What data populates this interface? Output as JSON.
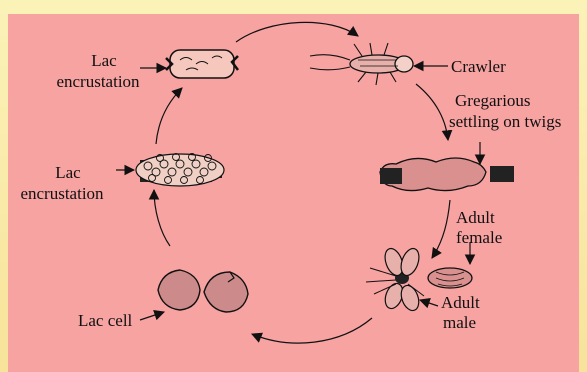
{
  "labels": {
    "lac_encrustation_top_1": "Lac",
    "lac_encrustation_top_2": "encrustation",
    "crawler": "Crawler",
    "gregarious_1": "Gregarious",
    "gregarious_2": "settling on twigs",
    "lac_encrustation_mid_1": "Lac",
    "lac_encrustation_mid_2": "encrustation",
    "adult_female_1": "Adult",
    "adult_female_2": "female",
    "lac_cell": "Lac cell",
    "adult_male_1": "Adult",
    "adult_male_2": "male"
  },
  "colors": {
    "panel": "#f6a3a1",
    "frame": "#f7e39a",
    "ink": "#111111",
    "organism_fill": "#d9908e"
  }
}
